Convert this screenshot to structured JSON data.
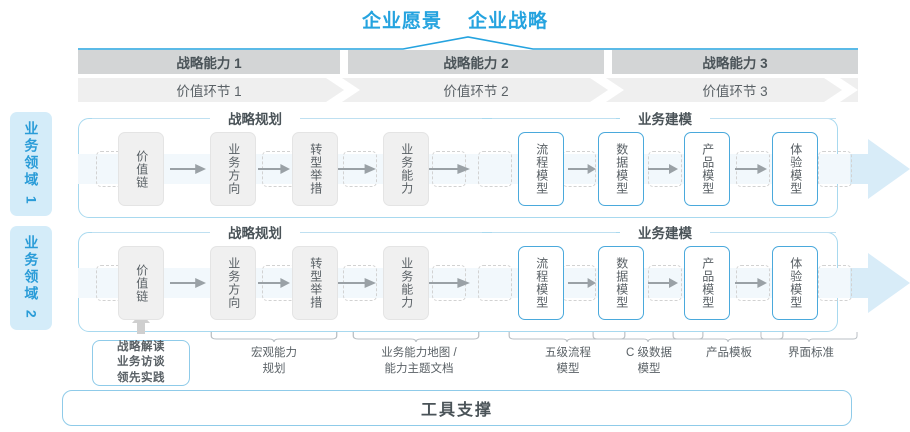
{
  "header": {
    "vision": "企业愿景",
    "strategy": "企业战略"
  },
  "capabilities": [
    {
      "label": "战略能力 1"
    },
    {
      "label": "战略能力 2"
    },
    {
      "label": "战略能力 3"
    }
  ],
  "value_chain": [
    {
      "label": "价值环节 1"
    },
    {
      "label": "价值环节 2"
    },
    {
      "label": "价值环节 3"
    }
  ],
  "domains": [
    {
      "label": "业务领域 1"
    },
    {
      "label": "业务领域 2"
    }
  ],
  "sections": {
    "planning": "战略规划",
    "modeling": "业务建模"
  },
  "steps": [
    {
      "label": "价值链",
      "style": "gray"
    },
    {
      "label": "业务方向",
      "style": "gray"
    },
    {
      "label": "转型举措",
      "style": "gray"
    },
    {
      "label": "业务能力",
      "style": "gray"
    },
    {
      "label": "流程模型",
      "style": "blue"
    },
    {
      "label": "数据模型",
      "style": "blue"
    },
    {
      "label": "产品模型",
      "style": "blue"
    },
    {
      "label": "体验模型",
      "style": "blue"
    }
  ],
  "toolbox": {
    "lines": [
      "战略解读",
      "业务访谈",
      "领先实践"
    ]
  },
  "captions": [
    {
      "text": "宏观能力\n规划"
    },
    {
      "text": "业务能力地图 /\n能力主题文档"
    },
    {
      "text": "五级流程\n模型"
    },
    {
      "text": "C 级数据\n模型"
    },
    {
      "text": "产品模板"
    },
    {
      "text": "界面标准"
    }
  ],
  "footer": {
    "label": "工具支撑"
  },
  "colors": {
    "accent": "#25a3df",
    "accent_soft": "#a8d9ef",
    "band": "#f2f8fc",
    "bar_gray": "#d3d5d6",
    "bar_light": "#efefef",
    "tab": "#d4ecf9",
    "step_gray": "#f0f0f0",
    "step_blue_border": "#4aa9dc"
  }
}
